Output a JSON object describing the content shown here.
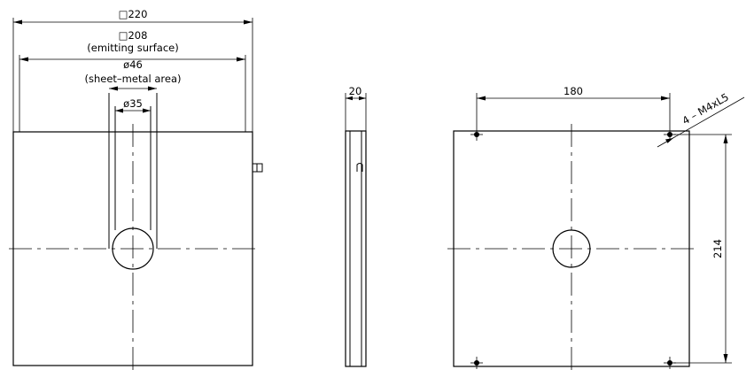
{
  "front_view": {
    "dim_outer": "□220",
    "dim_emitting": "□208",
    "dim_emitting_note": "(emitting surface)",
    "dim_sheet": "ø46",
    "dim_sheet_note": "(sheet–metal area)",
    "dim_inner": "ø35"
  },
  "side_view": {
    "dim_thickness": "20"
  },
  "back_view": {
    "dim_hole_spacing_h": "180",
    "dim_hole_spacing_v": "214",
    "hole_callout": "4 – M4xL5"
  }
}
